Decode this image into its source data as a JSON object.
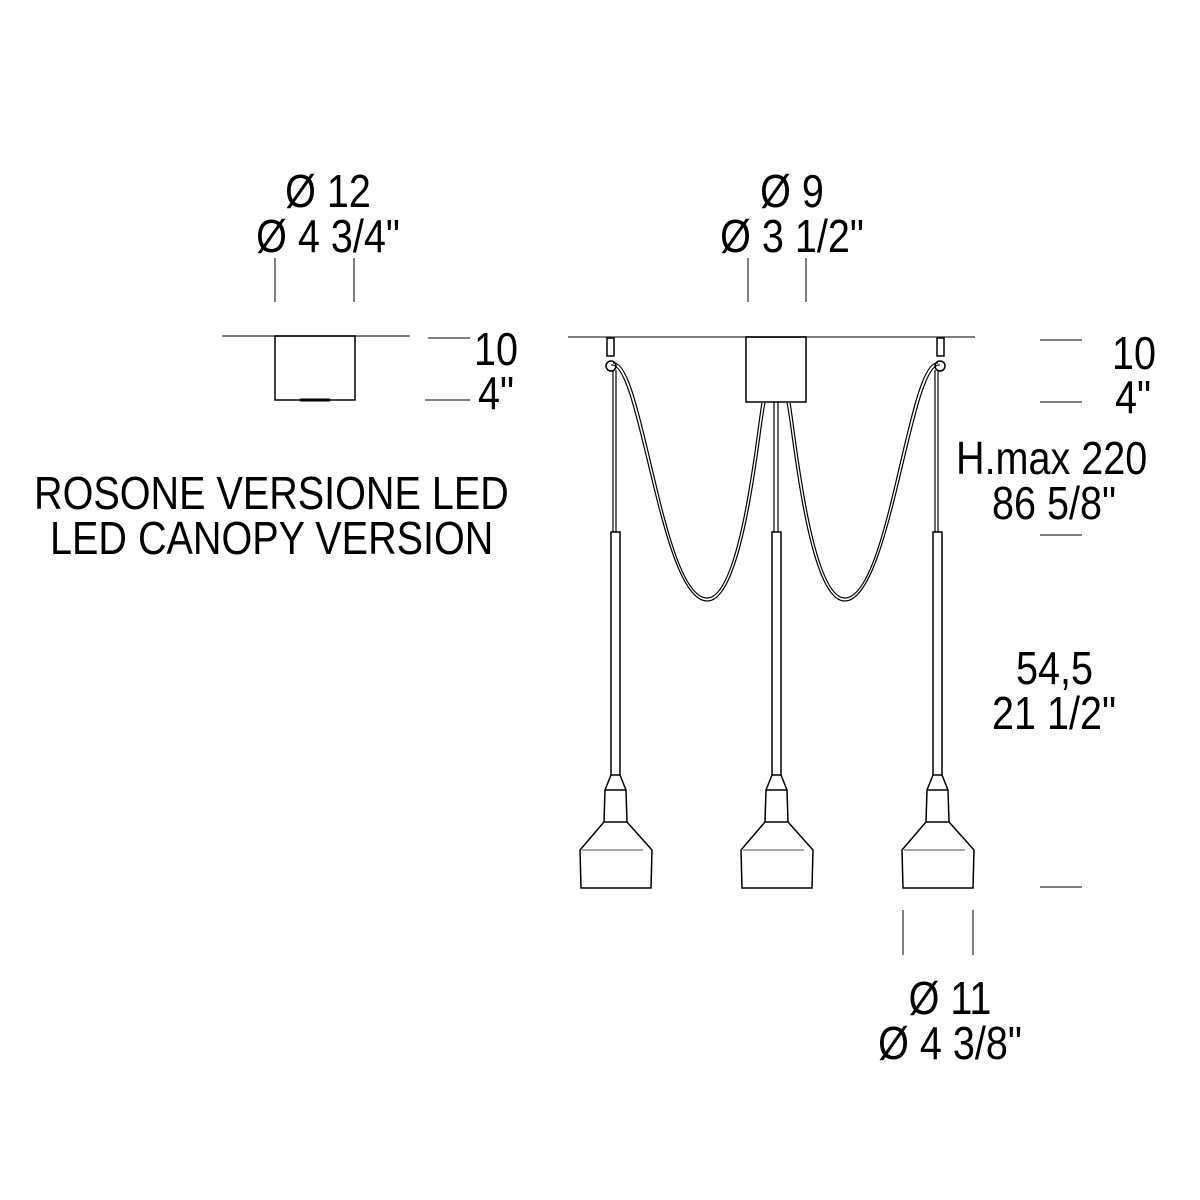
{
  "labels": {
    "left_canopy_diameter_cm": "Ø 12",
    "left_canopy_diameter_in": "Ø 4 3/4\"",
    "left_canopy_height_cm": "10",
    "left_canopy_height_in": "4\"",
    "version_it": "ROSONE VERSIONE LED",
    "version_en": "LED CANOPY VERSION",
    "center_box_diameter_cm": "Ø 9",
    "center_box_diameter_in": "Ø 3 1/2\"",
    "right_canopy_height_cm": "10",
    "right_canopy_height_in": "4\"",
    "hmax_cm": "H.max 220",
    "hmax_in": "86 5/8\"",
    "pendant_length_cm": "54,5",
    "pendant_length_in": "21 1/2\"",
    "shade_diameter_cm": "Ø 11",
    "shade_diameter_in": "Ø 4 3/8\""
  }
}
